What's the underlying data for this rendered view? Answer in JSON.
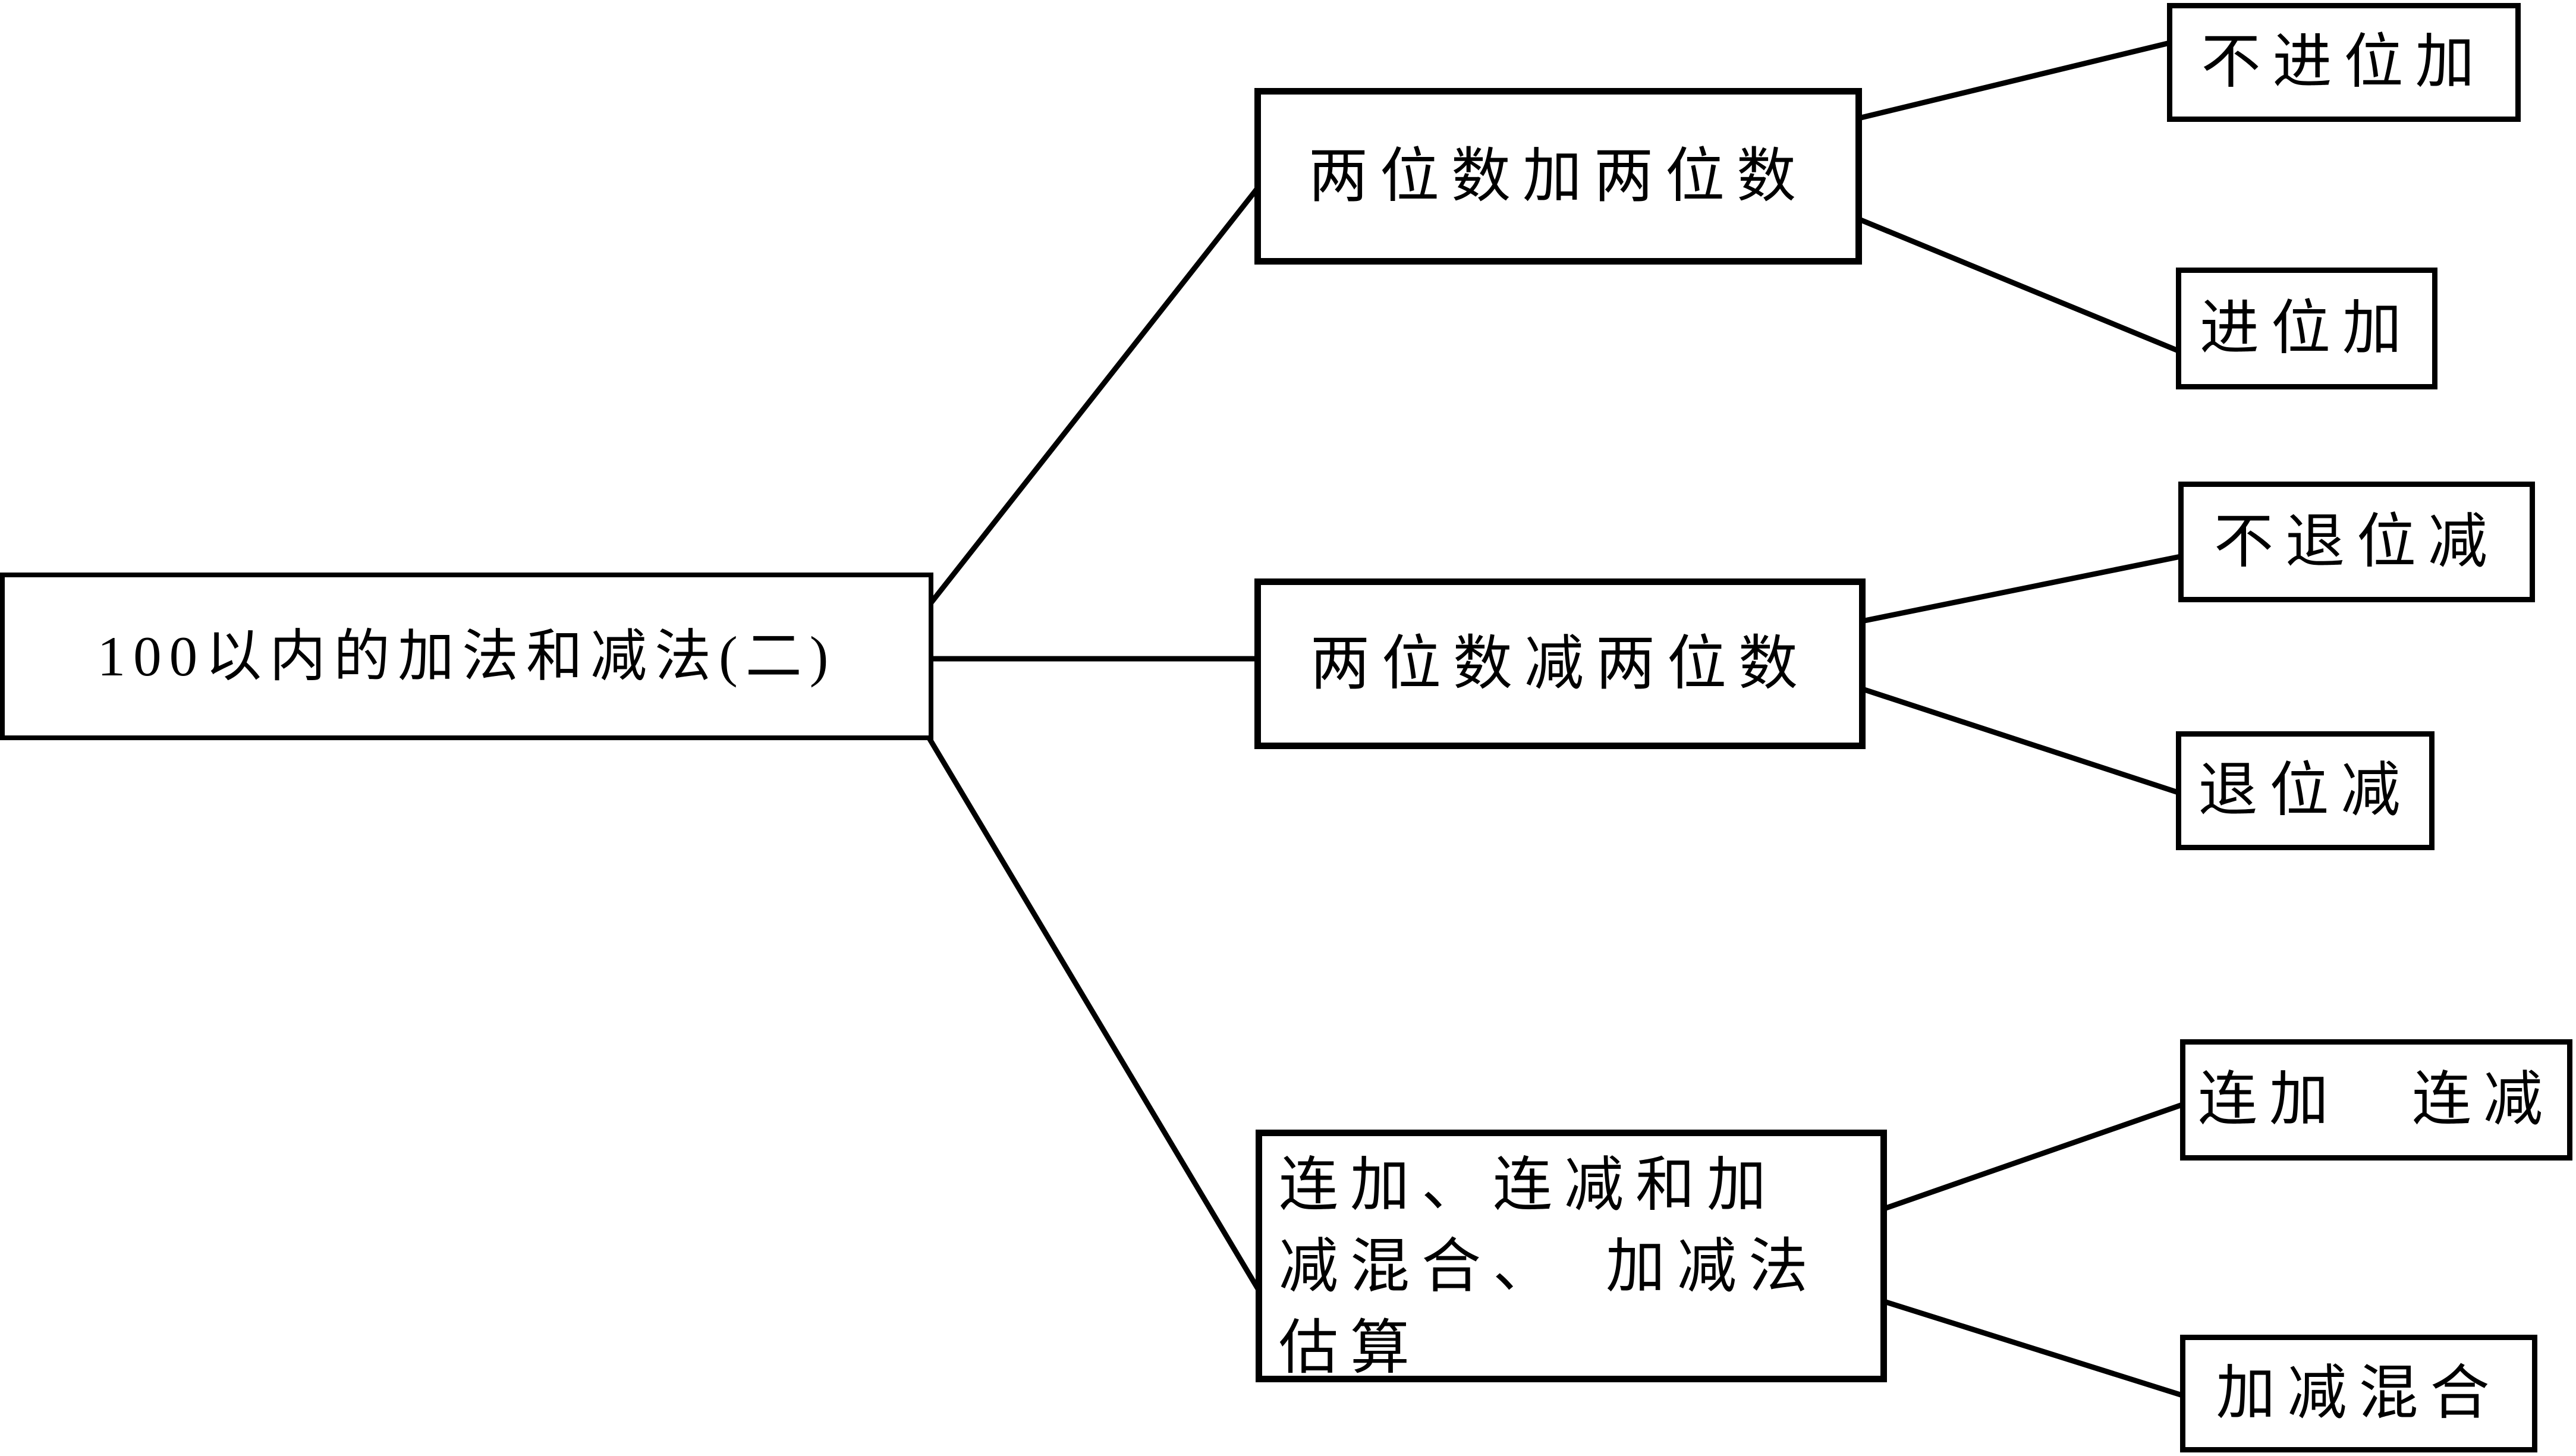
{
  "colors": {
    "background": "#ffffff",
    "stroke": "#000000",
    "text": "#000000"
  },
  "tree": {
    "root": {
      "label": "100以内的加法和减法(二)"
    },
    "branches": [
      {
        "label": "两位数加两位数",
        "children": [
          "不进位加",
          "进位加"
        ]
      },
      {
        "label": "两位数减两位数",
        "children": [
          "不退位减",
          "退位减"
        ]
      },
      {
        "label_lines": [
          "连加、连减和加",
          "减混合、　加减法",
          "估算"
        ],
        "children": [
          "连加　连减",
          "加减混合"
        ]
      }
    ]
  }
}
